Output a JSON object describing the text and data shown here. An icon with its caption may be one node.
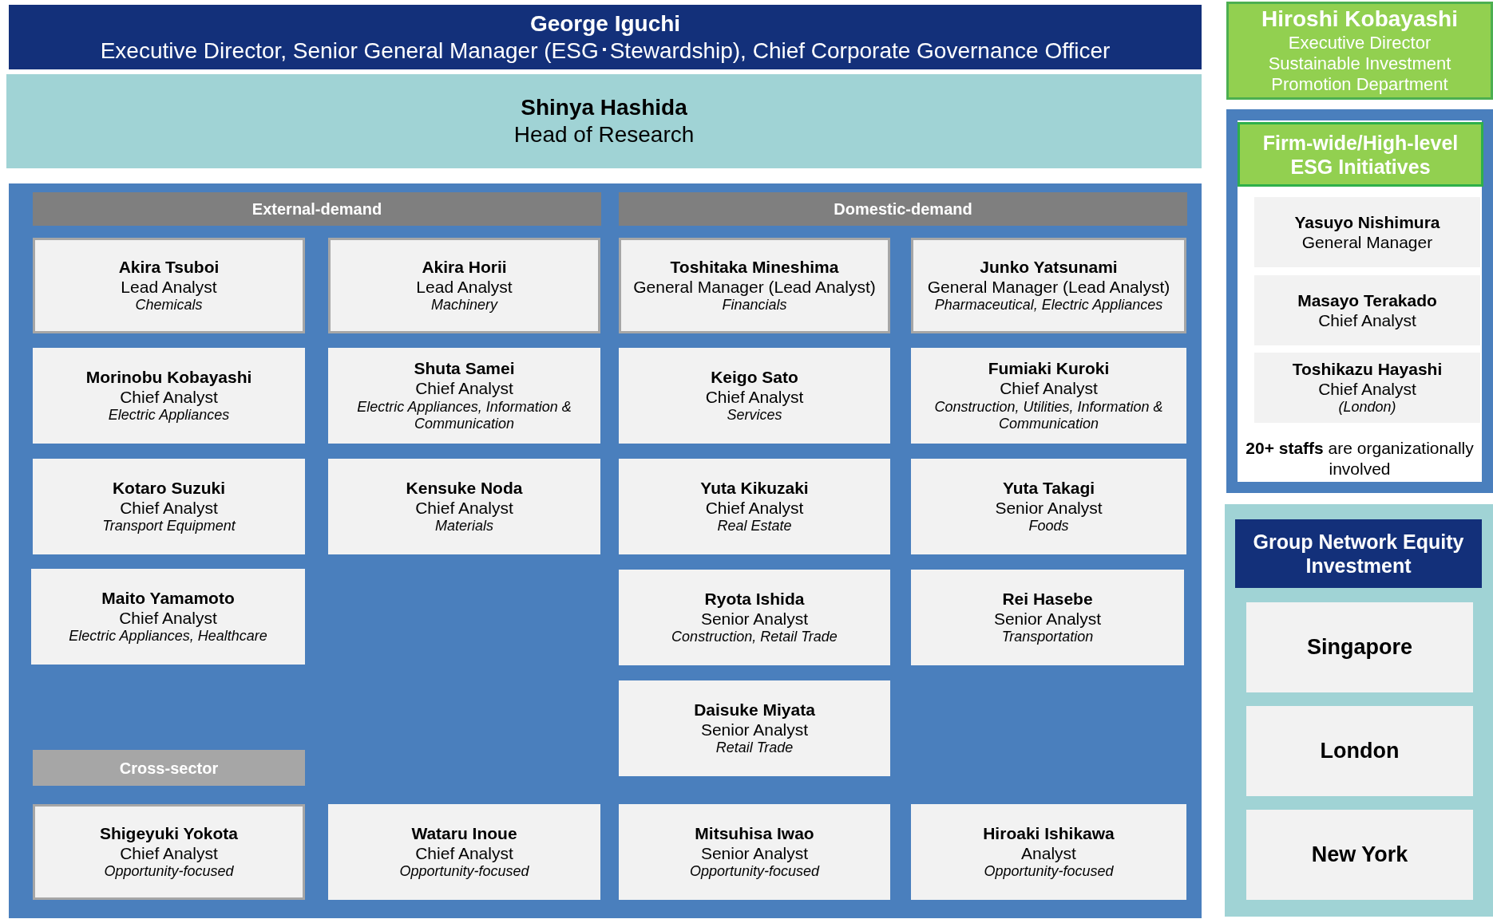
{
  "diagram": {
    "nodes": [
      {
        "text": [
          "George Iguchi",
          "Executive Director, Senior General Manager (ESG･Stewardship), Chief Corporate Governance Officer"
        ]
      },
      {
        "text": [
          "Shinya Hashida",
          "Head of Research"
        ]
      },
      {
        "text": [],
        "shape": "box"
      },
      {
        "text": [
          "External-demand"
        ],
        "in": 2
      },
      {
        "text": [
          "Domestic-demand"
        ],
        "in": 2
      },
      {
        "text": [
          "Akira Tsuboi",
          "Lead Analyst",
          "Chemicals"
        ],
        "in": 2
      },
      {
        "text": [
          "Akira Horii",
          "Lead Analyst",
          "Machinery"
        ],
        "in": 2
      },
      {
        "text": [
          "Toshitaka Mineshima",
          "General Manager (Lead Analyst)",
          "Financials"
        ],
        "in": 2
      },
      {
        "text": [
          "Junko Yatsunami",
          "General Manager (Lead Analyst)",
          "Pharmaceutical, Electric Appliances"
        ],
        "in": 2
      },
      {
        "text": [
          "Morinobu Kobayashi",
          "Chief Analyst",
          "Electric Appliances"
        ],
        "in": 2
      },
      {
        "text": [
          "Shuta Samei",
          "Chief Analyst",
          "Electric Appliances, Information & Communication"
        ],
        "in": 2
      },
      {
        "text": [
          "Keigo Sato",
          "Chief Analyst",
          "Services"
        ],
        "in": 2
      },
      {
        "text": [
          "Fumiaki Kuroki",
          "Chief Analyst",
          "Construction, Utilities,  Information & Communication"
        ],
        "in": 2
      },
      {
        "text": [
          "Kotaro Suzuki",
          "Chief Analyst",
          "Transport Equipment"
        ],
        "in": 2
      },
      {
        "text": [
          "Kensuke Noda",
          "Chief Analyst",
          "Materials"
        ],
        "in": 2
      },
      {
        "text": [
          "Yuta Kikuzaki",
          "Chief Analyst",
          "Real Estate"
        ],
        "in": 2
      },
      {
        "text": [
          "Yuta Takagi",
          "Senior Analyst",
          "Foods"
        ],
        "in": 2
      },
      {
        "text": [
          "Maito Yamamoto",
          "Chief Analyst",
          "Electric Appliances, Healthcare"
        ],
        "in": 2
      },
      {
        "text": [
          "Ryota Ishida",
          "Senior Analyst",
          "Construction, Retail Trade"
        ],
        "in": 2
      },
      {
        "text": [
          "Rei Hasebe",
          "Senior Analyst",
          "Transportation"
        ],
        "in": 2
      },
      {
        "text": [
          "Daisuke Miyata",
          "Senior Analyst",
          "Retail Trade"
        ],
        "in": 2
      },
      {
        "text": [
          "Cross-sector"
        ],
        "in": 2
      },
      {
        "text": [
          "Shigeyuki Yokota",
          "Chief Analyst",
          "Opportunity-focused"
        ],
        "in": 2
      },
      {
        "text": [
          "Wataru Inoue",
          "Chief Analyst",
          "Opportunity-focused"
        ],
        "in": 2
      },
      {
        "text": [
          "Mitsuhisa Iwao",
          "Senior Analyst",
          "Opportunity-focused"
        ],
        "in": 2
      },
      {
        "text": [
          "Hiroaki Ishikawa",
          "Analyst",
          "Opportunity-focused"
        ],
        "in": 2
      },
      {
        "text": [
          "Hiroshi Kobayashi",
          "Executive Director",
          "Sustainable Investment Promotion Department"
        ]
      },
      {
        "text": [],
        "shape": "box"
      },
      {
        "text": [
          "Firm-wide/High-level ESG Initiatives"
        ],
        "in": 27
      },
      {
        "text": [
          "Yasuyo Nishimura",
          "General Manager"
        ],
        "in": 27
      },
      {
        "text": [
          "Masayo Terakado",
          "Chief Analyst"
        ],
        "in": 27
      },
      {
        "text": [
          "Toshikazu Hayashi",
          "Chief Analyst",
          "(London)"
        ],
        "in": 27
      },
      {
        "text": [],
        "shape": "box"
      },
      {
        "text": [
          "Group Network Equity Investment"
        ],
        "in": 32
      },
      {
        "text": [
          "Singapore"
        ],
        "in": 32
      },
      {
        "text": [
          "London"
        ],
        "in": 32
      },
      {
        "text": [
          "New York"
        ],
        "in": 32
      }
    ],
    "labels": [
      "**20+ staffs** are organizationally involved"
    ]
  }
}
